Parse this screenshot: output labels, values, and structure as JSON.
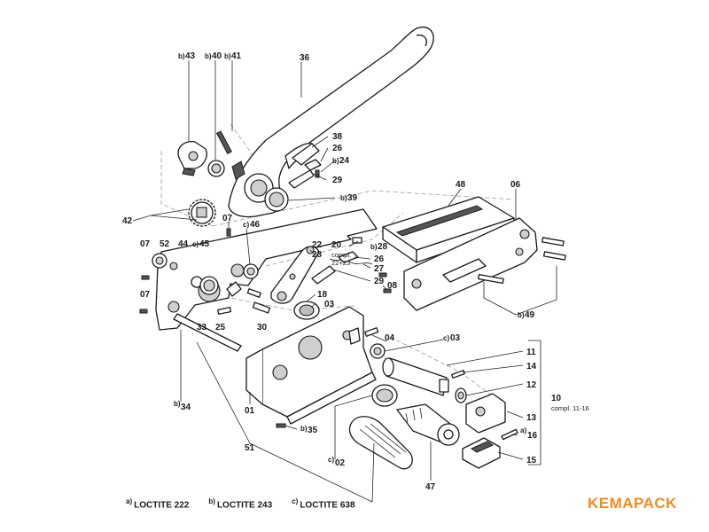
{
  "labels": {
    "p43": "43",
    "p43_pre": "b)",
    "p40": "40",
    "p40_pre": "b)",
    "p41": "41",
    "p41_pre": "b)",
    "p36": "36",
    "p38": "38",
    "p26a": "26",
    "p24": "24",
    "p24_pre": "b)",
    "p29a": "29",
    "p39": "39",
    "p39_pre": "b)",
    "p42": "42",
    "p07a": "07",
    "p46": "46",
    "p46_pre": "c)",
    "p48": "48",
    "p06": "06",
    "p07b": "07",
    "p52": "52",
    "p44": "44",
    "p45": "45",
    "p45_pre": "c)",
    "p22": "22",
    "p20": "20",
    "p23": "23",
    "compl_a": "compl.",
    "compl_b": "22+23",
    "p28": "28",
    "p28_pre": "b)",
    "p26b": "26",
    "p27": "27",
    "p29b": "29",
    "p08": "08",
    "p07c": "07",
    "p18": "18",
    "p03a": "03",
    "p25": "25",
    "p30": "30",
    "p33": "33",
    "p49": "49",
    "p49_pre": "b)",
    "p04": "04",
    "p03b": "03",
    "p03b_pre": "c)",
    "p11": "11",
    "p14": "14",
    "p12": "12",
    "p10": "10",
    "p10_compl": "compl. 11-16",
    "p13": "13",
    "p16": "16",
    "p16_pre": "a)",
    "p15": "15",
    "p34": "34",
    "p34_pre": "b)",
    "p01": "01",
    "p35": "35",
    "p35_pre": "b)",
    "p51": "51",
    "p02": "02",
    "p02_pre": "c)",
    "p47": "47"
  },
  "legend": [
    {
      "marker": "a)",
      "text": "LOCTITE 222"
    },
    {
      "marker": "b)",
      "text": "LOCTITE 243"
    },
    {
      "marker": "c)",
      "text": "LOCTITE 638"
    }
  ],
  "brand": "KEMAPACK",
  "colors": {
    "brand": "#f08c1e",
    "line": "#1a1a1a",
    "shade": "#bdbdbd"
  }
}
